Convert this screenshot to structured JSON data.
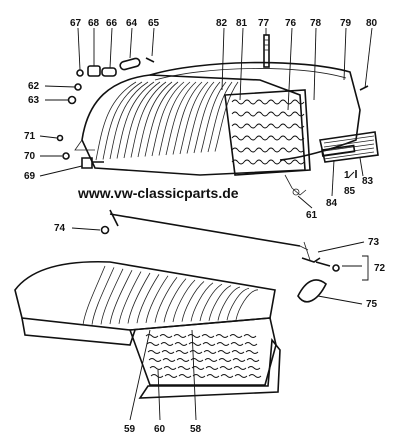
{
  "watermark": "www.vw-classicparts.de",
  "part_labels": {
    "p58": "58",
    "p59": "59",
    "p60": "60",
    "p61": "61",
    "p62": "62",
    "p63": "63",
    "p64": "64",
    "p65": "65",
    "p66": "66",
    "p67": "67",
    "p68": "68",
    "p69": "69",
    "p70": "70",
    "p71": "71",
    "p72": "72",
    "p73": "73",
    "p74": "74",
    "p75": "75",
    "p76": "76",
    "p77": "77",
    "p78": "78",
    "p79": "79",
    "p80": "80",
    "p81": "81",
    "p82": "82",
    "p83": "83",
    "p84": "84",
    "p85": "85",
    "p1": "1"
  },
  "colors": {
    "ink": "#111111",
    "paper": "#ffffff"
  }
}
